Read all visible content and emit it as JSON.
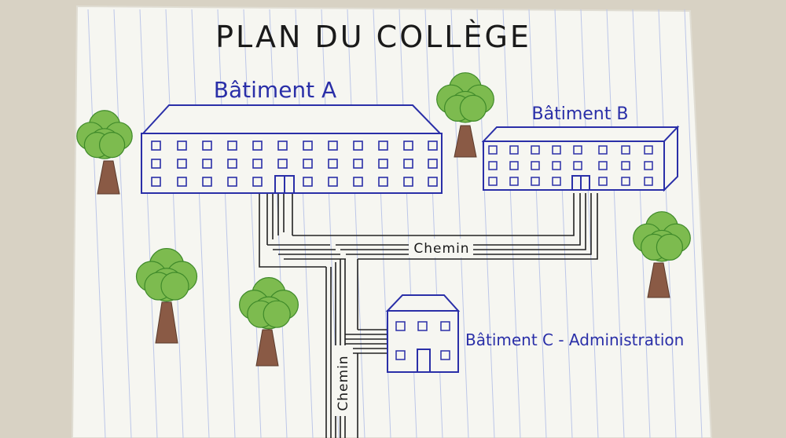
{
  "title": "PLAN DU COLLÈGE",
  "buildings": {
    "a": {
      "label": "Bâtiment A"
    },
    "b": {
      "label": "Bâtiment B"
    },
    "c": {
      "label": "Bâtiment C - Administration"
    }
  },
  "paths": {
    "horizontal_label": "Chemin",
    "vertical_label": "Chemin"
  },
  "colors": {
    "ink_blue": "#2a2fa8",
    "ink_black": "#1a1a1a",
    "paper": "#f7f7f2",
    "ruling": "#b9c4e6",
    "foliage": "#7dbb4f",
    "foliage_edge": "#3f8a2a",
    "trunk": "#8a5a45"
  }
}
